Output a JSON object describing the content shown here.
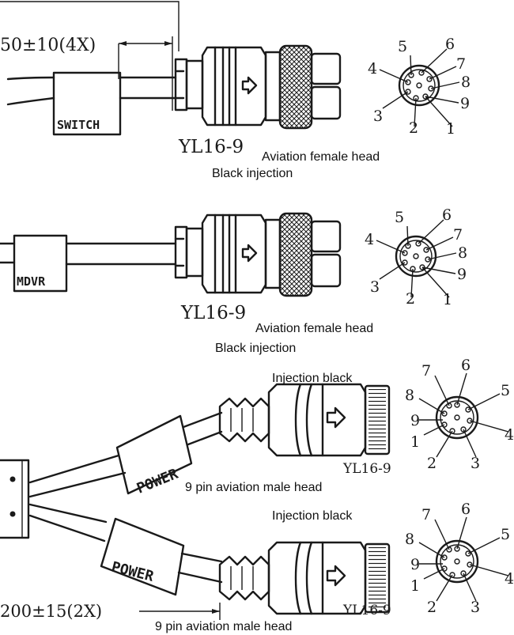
{
  "dimensions": {
    "top": "50±10(4X)",
    "bottom": "200±15(2X)"
  },
  "blocks": {
    "switch": "SWITCH",
    "mdvr": "MDVR",
    "power": "POWER"
  },
  "connectors": {
    "model": "YL16-9",
    "female_label": "Aviation female head",
    "black_injection": "Black injection",
    "injection_black": "Injection black",
    "male_label": "9 pin aviation male head"
  },
  "pins_female": [
    "1",
    "2",
    "3",
    "4",
    "5",
    "6",
    "7",
    "8",
    "9"
  ],
  "pins_male": [
    "1",
    "2",
    "3",
    "4",
    "5",
    "6",
    "7",
    "8",
    "9"
  ]
}
